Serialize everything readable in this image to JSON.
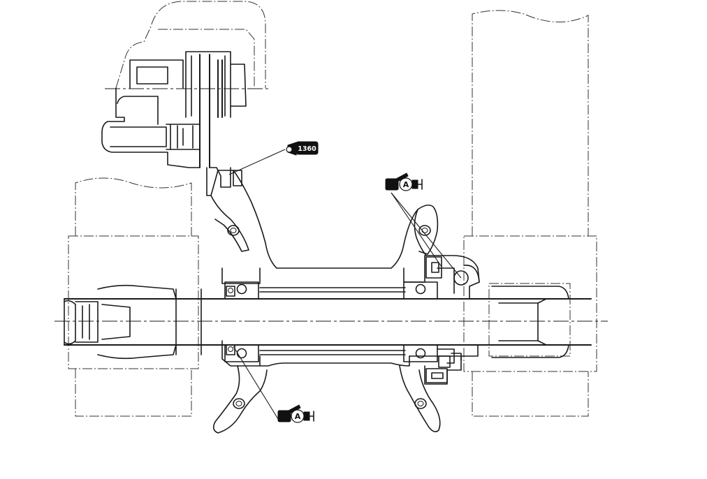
{
  "symbols": {
    "torque": {
      "icon": "torque-wrench-icon",
      "code": "1360"
    },
    "grease_upper": {
      "icon": "grease-gun-icon",
      "letter": "A"
    },
    "grease_lower": {
      "icon": "grease-gun-icon",
      "letter": "A"
    }
  },
  "colors": {
    "line": "#1a1a1a",
    "background": "#ffffff"
  }
}
